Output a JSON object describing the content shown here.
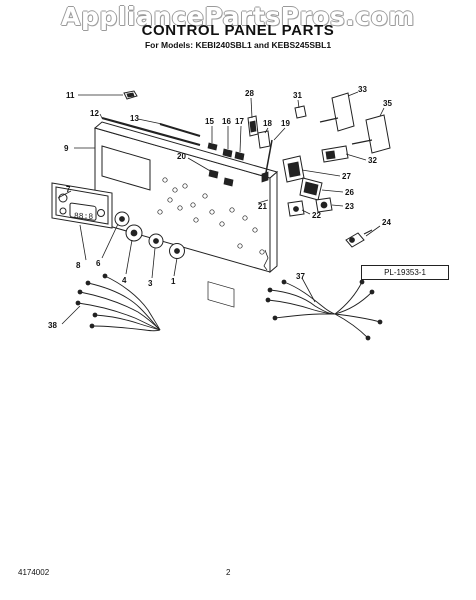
{
  "watermark": "AppliancePartsPros.com",
  "title": "CONTROL PANEL PARTS",
  "subtitle": "For Models: KEBI240SBL1 and KEBS245SBL1",
  "plate_label": "PL-19353-1",
  "footer": {
    "doc_number": "4174002",
    "page_number": "2"
  },
  "display_text": "88:8",
  "callouts": [
    {
      "id": "11",
      "label": "11"
    },
    {
      "id": "12",
      "label": "12"
    },
    {
      "id": "13",
      "label": "13"
    },
    {
      "id": "9",
      "label": "9"
    },
    {
      "id": "15",
      "label": "15"
    },
    {
      "id": "16",
      "label": "16"
    },
    {
      "id": "17",
      "label": "17"
    },
    {
      "id": "28",
      "label": "28"
    },
    {
      "id": "18",
      "label": "18"
    },
    {
      "id": "31",
      "label": "31"
    },
    {
      "id": "19",
      "label": "19"
    },
    {
      "id": "33",
      "label": "33"
    },
    {
      "id": "35",
      "label": "35"
    },
    {
      "id": "20",
      "label": "20"
    },
    {
      "id": "32",
      "label": "32"
    },
    {
      "id": "27",
      "label": "27"
    },
    {
      "id": "26",
      "label": "26"
    },
    {
      "id": "23",
      "label": "23"
    },
    {
      "id": "21",
      "label": "21"
    },
    {
      "id": "22",
      "label": "22"
    },
    {
      "id": "24",
      "label": "24"
    },
    {
      "id": "7",
      "label": "7"
    },
    {
      "id": "8",
      "label": "8"
    },
    {
      "id": "6",
      "label": "6"
    },
    {
      "id": "4",
      "label": "4"
    },
    {
      "id": "3",
      "label": "3"
    },
    {
      "id": "1",
      "label": "1"
    },
    {
      "id": "37",
      "label": "37"
    },
    {
      "id": "38",
      "label": "38"
    }
  ]
}
